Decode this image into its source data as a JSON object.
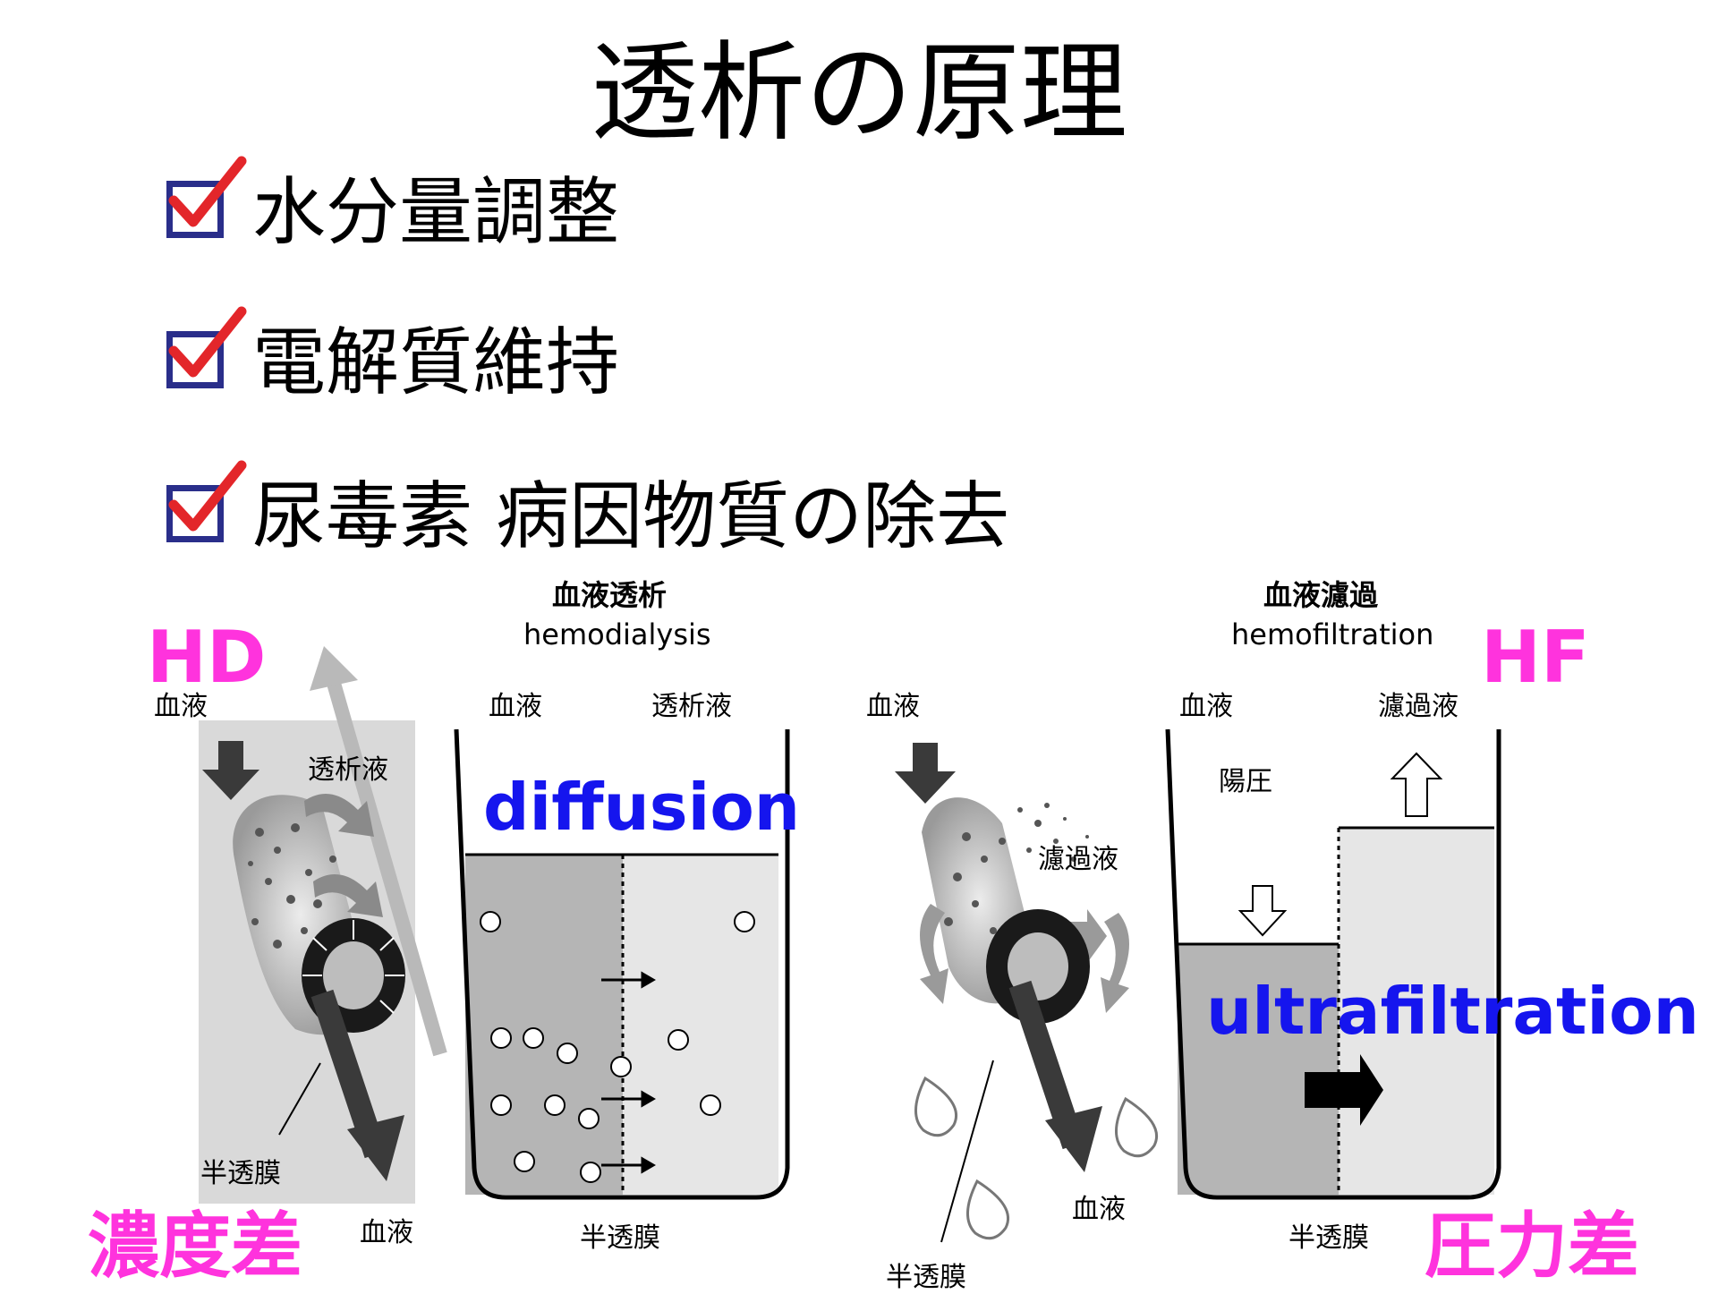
{
  "title": "透析の原理",
  "bullets": [
    {
      "text": "水分量調整"
    },
    {
      "text": "電解質維持"
    },
    {
      "text": "尿毒素  病因物質の除去"
    }
  ],
  "colors": {
    "check_box": "#2a2e8a",
    "check_mark": "#e3262a",
    "accent_pink": "#ff33dd",
    "accent_blue": "#1515ee"
  },
  "icons": {
    "bullet": "checkbox-checked-icon"
  },
  "hd": {
    "header_ja": "血液透析",
    "header_en": "hemodialysis",
    "abbr": "HD",
    "mechanism": "diffusion",
    "driver": "濃度差",
    "fiber": {
      "blood_in": "血液",
      "dialysate": "透析液",
      "membrane": "半透膜",
      "blood_out": "血液"
    },
    "tank": {
      "left": "血液",
      "right": "透析液",
      "membrane": "半透膜"
    }
  },
  "hf": {
    "header_ja": "血液濾過",
    "header_en": "hemofiltration",
    "abbr": "HF",
    "mechanism": "ultrafiltration",
    "driver": "圧力差",
    "fiber": {
      "blood_in": "血液",
      "filtrate": "濾過液",
      "blood_out": "血液",
      "membrane": "半透膜"
    },
    "tank": {
      "left": "血液",
      "right": "濾過液",
      "pressure": "陽圧",
      "membrane": "半透膜"
    }
  }
}
